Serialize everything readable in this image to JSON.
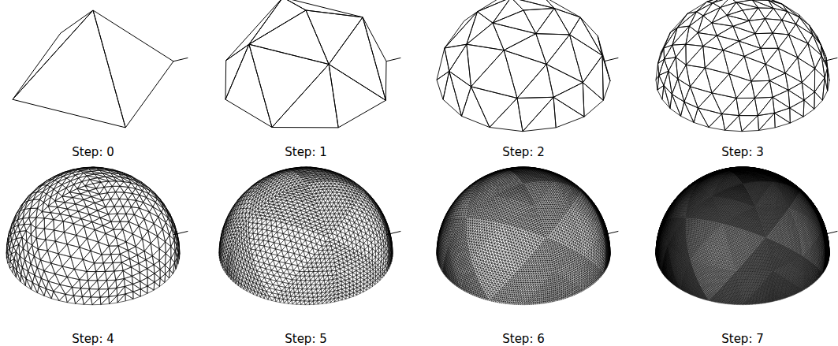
{
  "diagram": {
    "labels": [
      "Step: 0",
      "Step: 1",
      "Step: 2",
      "Step: 3",
      "Step: 4",
      "Step: 5",
      "Step: 6",
      "Step: 7"
    ]
  }
}
